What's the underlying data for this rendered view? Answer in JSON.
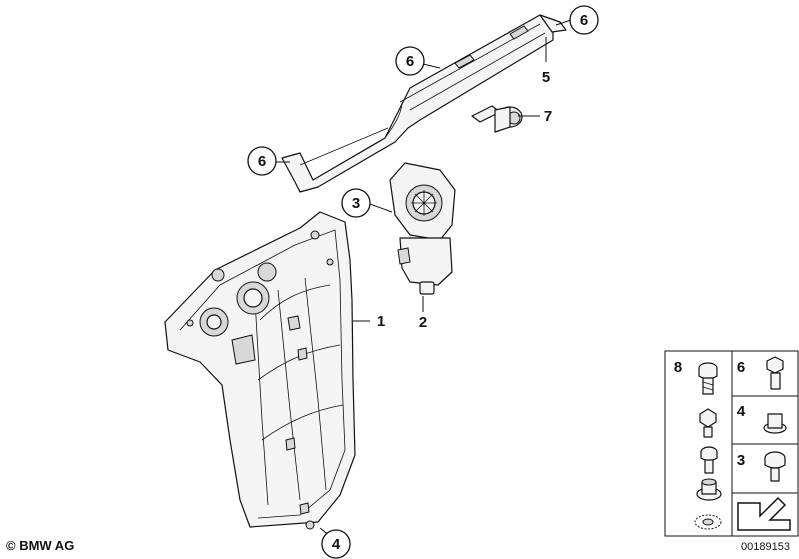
{
  "callouts": [
    {
      "id": "c6a",
      "label": "6"
    },
    {
      "id": "c6b",
      "label": "6"
    },
    {
      "id": "c6c",
      "label": "6"
    },
    {
      "id": "c3",
      "label": "3"
    },
    {
      "id": "c4",
      "label": "4"
    }
  ],
  "plain_labels": [
    {
      "id": "l5",
      "label": "5"
    },
    {
      "id": "l7",
      "label": "7"
    },
    {
      "id": "l1",
      "label": "1"
    },
    {
      "id": "l2",
      "label": "2"
    }
  ],
  "legend": {
    "left_column": [
      "8"
    ],
    "right_column": [
      "6",
      "4",
      "3"
    ]
  },
  "footer": {
    "copyright": "© BMW AG",
    "diagram_id": "00189153"
  },
  "icons": [
    "arrow-icon",
    "bolt-icon",
    "nut-icon",
    "washer-icon",
    "screw-icon"
  ]
}
